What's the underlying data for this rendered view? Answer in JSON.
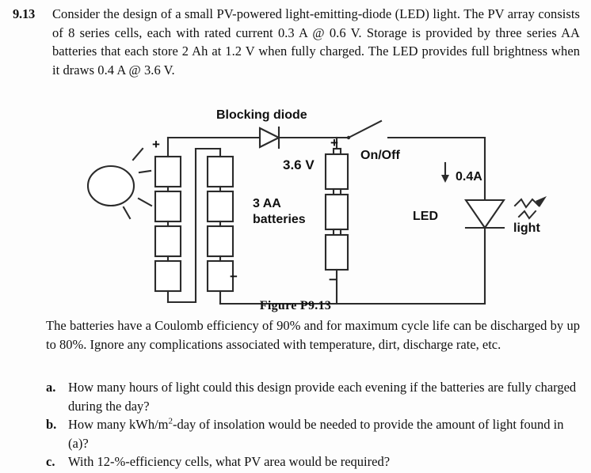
{
  "problem": {
    "number": "9.13",
    "statement": "Consider the design of a small PV-powered light-emitting-diode (LED) light. The PV array consists of 8 series cells, each with rated current 0.3 A @ 0.6 V. Storage is provided by three series AA batteries that each store 2 Ah at 1.2 V when fully charged. The LED provides full brightness when it draws 0.4 A @ 3.6 V."
  },
  "figure": {
    "caption": "Figure P9.13",
    "labels": {
      "blocking_diode": "Blocking diode",
      "pv_plus": "+",
      "pv_minus": "−",
      "battery_plus": "+",
      "battery_minus": "−",
      "battery_voltage": "3.6 V",
      "battery_name_line1": "3 AA",
      "battery_name_line2": "batteries",
      "switch": "On/Off",
      "current": "0.4A",
      "led": "LED",
      "light": "light"
    },
    "pv": {
      "columns": 2,
      "cells_per_column": 4,
      "total_cells": 8
    },
    "batteries": {
      "count": 3
    },
    "colors": {
      "stroke": "#2b2b2b",
      "fill": "#ffffff",
      "text": "#101010"
    }
  },
  "post_paragraph": "The batteries have a Coulomb efficiency of 90% and for maximum cycle life can be discharged by up to 80%. Ignore any complications associated with temperature, dirt, discharge rate, etc.",
  "subquestions": [
    {
      "letter": "a.",
      "text": "How many hours of light could this design provide each evening if the batteries are fully charged during the day?"
    },
    {
      "letter": "b.",
      "text_before": "How many kWh/m",
      "exponent": "2",
      "text_after": "-day of insolation would be needed to provide the amount of light found in (a)?"
    },
    {
      "letter": "c.",
      "text": "With 12-%-efficiency cells, what PV area would be required?"
    }
  ]
}
